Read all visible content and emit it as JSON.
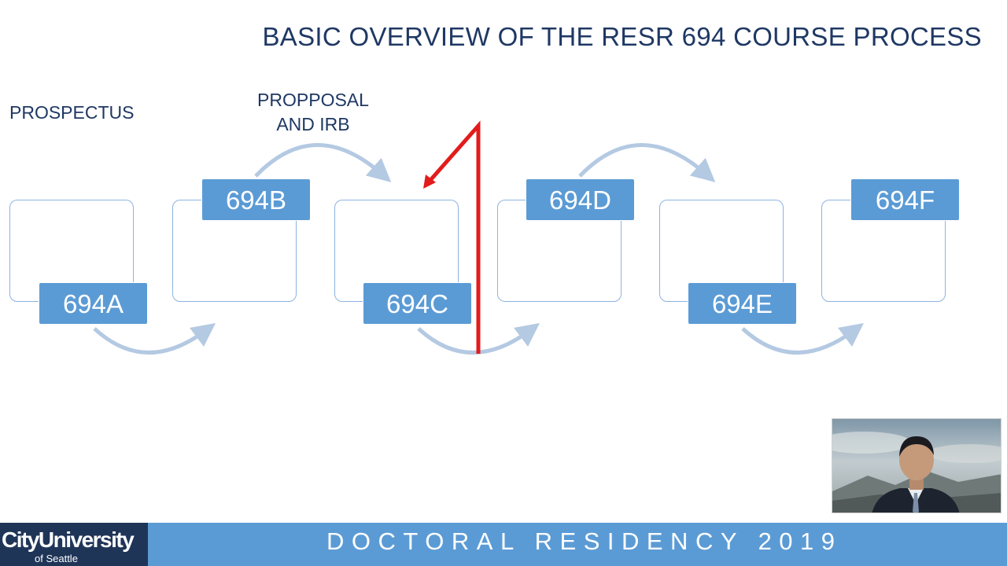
{
  "slide": {
    "title": "BASIC OVERVIEW OF THE RESR 694 COURSE PROCESS"
  },
  "annotations": {
    "prospectus": "PROSPECTUS",
    "proposal_line1": "PROPPOSAL",
    "proposal_line2": "AND IRB"
  },
  "steps": [
    {
      "label": "694A"
    },
    {
      "label": "694B"
    },
    {
      "label": "694C"
    },
    {
      "label": "694D"
    },
    {
      "label": "694E"
    },
    {
      "label": "694F"
    }
  ],
  "footer": {
    "logo_main": "CityUniversity",
    "logo_sub": "of Seattle",
    "banner": "DOCTORAL RESIDENCY 2019"
  },
  "colors": {
    "title": "#1f3864",
    "step_fill": "#5b9bd5",
    "box_border": "#8db3e2",
    "arrow": "#b4c9e2",
    "pen_annotation": "#e31b1b",
    "footer_bar": "#5b9bd5",
    "logo_bg": "#1f3558"
  },
  "icons": {
    "pen_annotation": "red-pen-arrow-icon",
    "connectors": "curved-arrow-icon"
  }
}
